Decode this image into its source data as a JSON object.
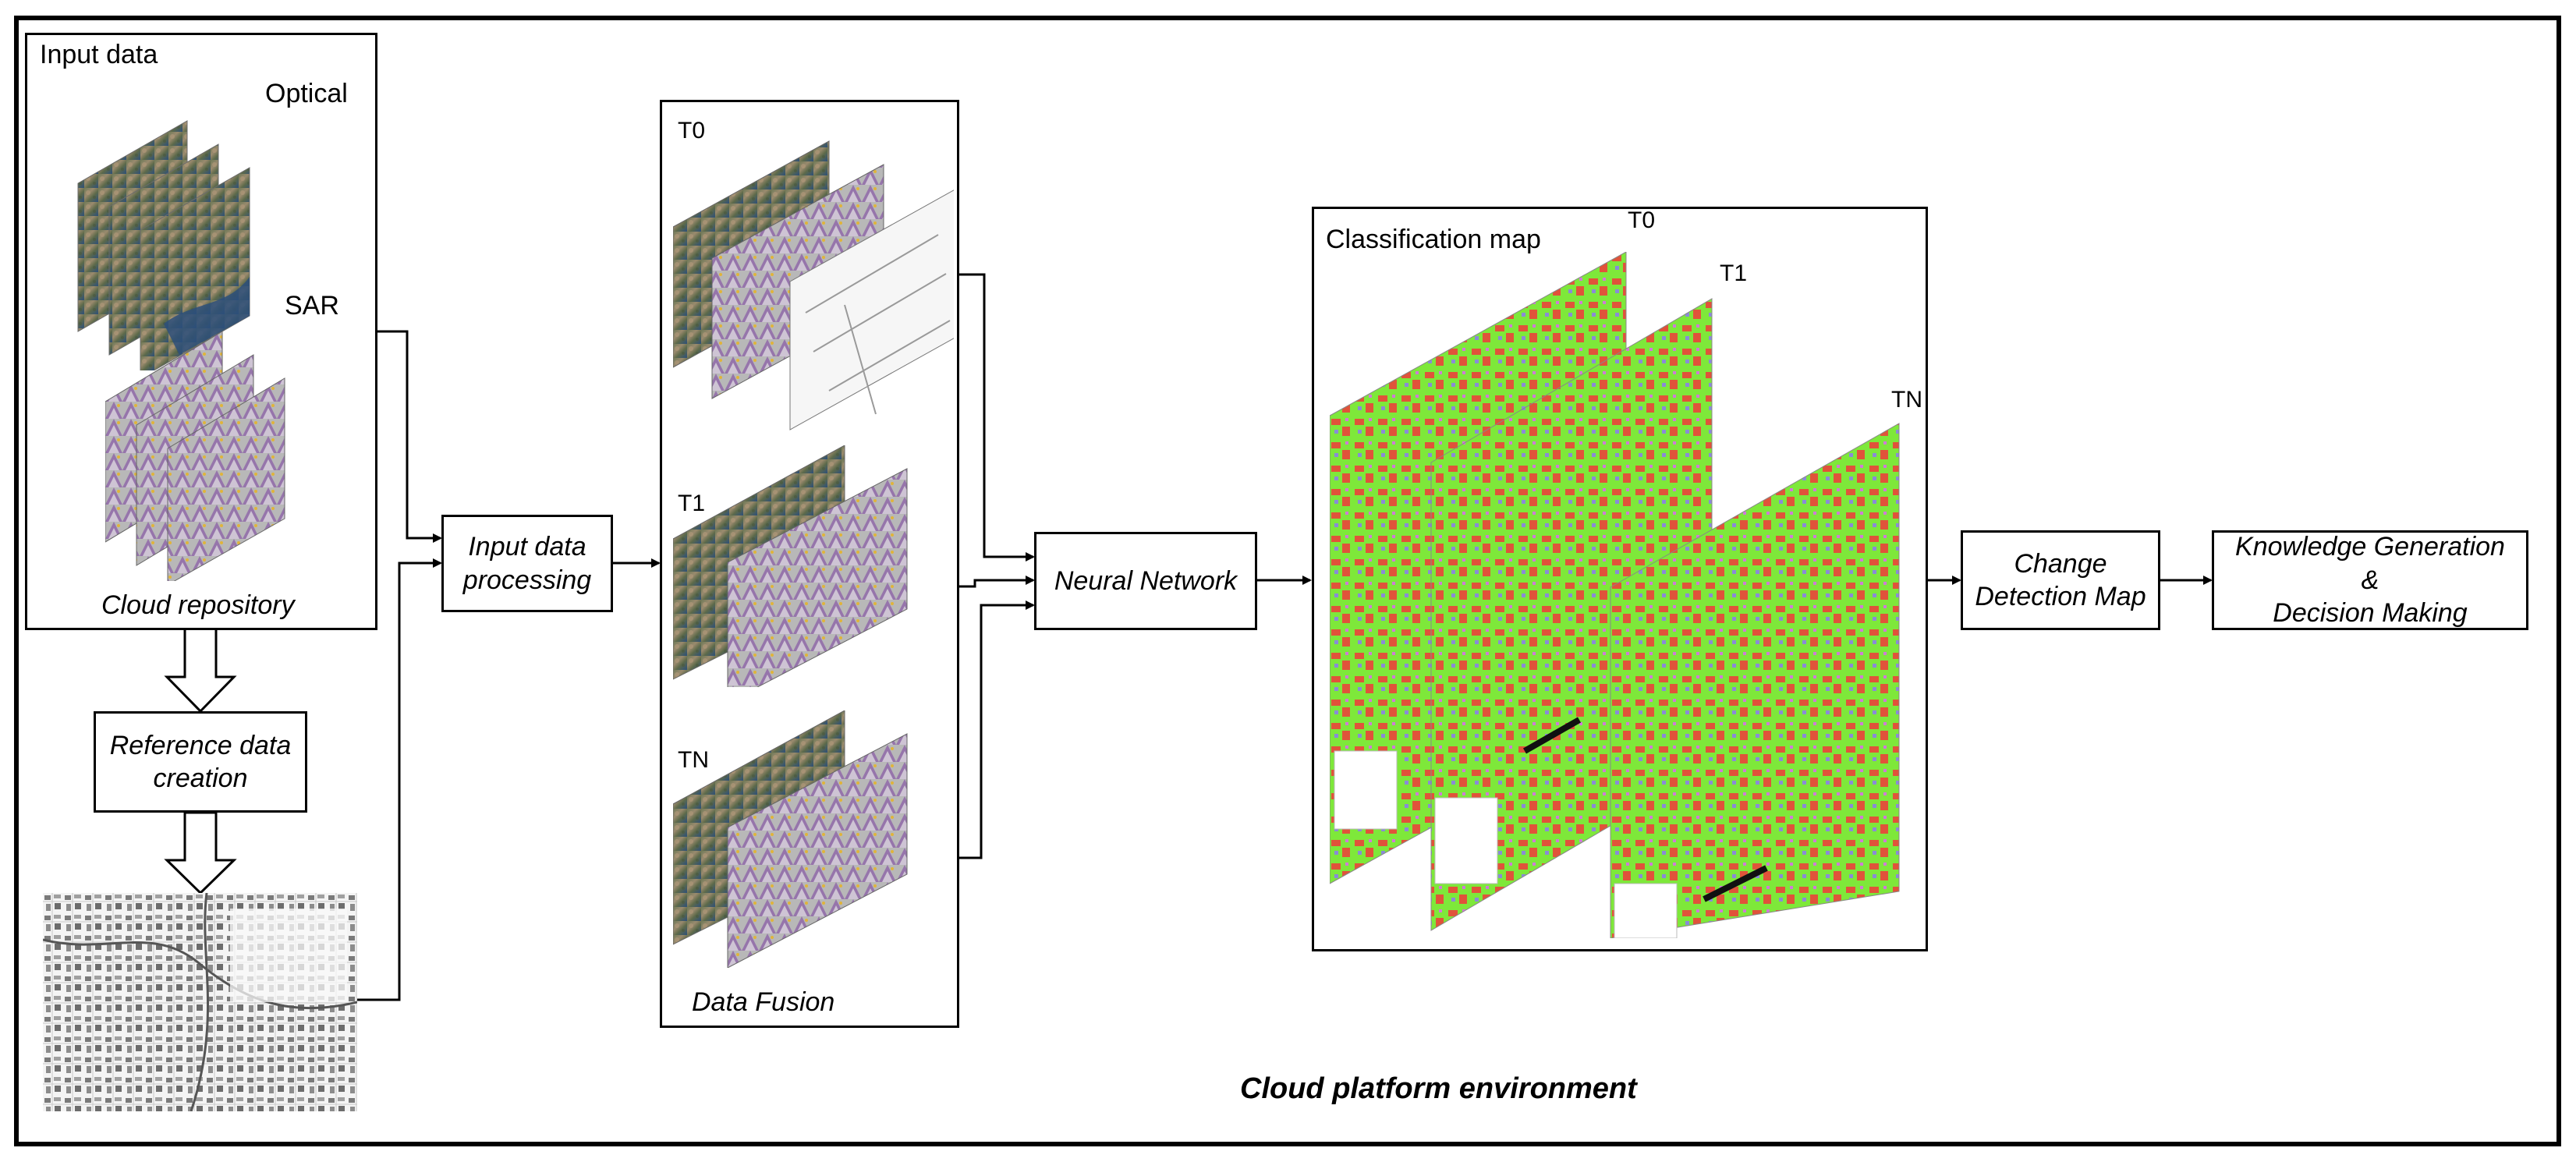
{
  "input_data": {
    "title": "Input data",
    "optical_label": "Optical",
    "sar_label": "SAR",
    "repository_label": "Cloud repository"
  },
  "reference_data": {
    "line1": "Reference data",
    "line2": "creation"
  },
  "input_processing": {
    "line1": "Input data",
    "line2": "processing"
  },
  "data_fusion": {
    "title": "Data Fusion",
    "t0": "T0",
    "t1": "T1",
    "tn": "TN"
  },
  "neural_network": {
    "label": "Neural Network"
  },
  "classification_map": {
    "title": "Classification map",
    "t0": "T0",
    "t1": "T1",
    "tn": "TN"
  },
  "change_detection": {
    "line1": "Change",
    "line2": "Detection Map"
  },
  "knowledge": {
    "line1": "Knowledge Generation",
    "line2": "&",
    "line3": "Decision Making"
  },
  "footer": {
    "label": "Cloud platform environment"
  },
  "colors": {
    "classification_green": "#7ee83a",
    "classification_red": "#e0533a",
    "optical_blue": "#2d4f7a",
    "sar_purple": "#8a5fa6",
    "sar_yellow": "#e0b43a"
  },
  "icons": {
    "optical_stack": "satellite-image-stack-icon",
    "sar_stack": "sar-image-stack-icon",
    "reference_map": "reference-map-icon",
    "classification_stack": "classification-map-stack-icon"
  }
}
